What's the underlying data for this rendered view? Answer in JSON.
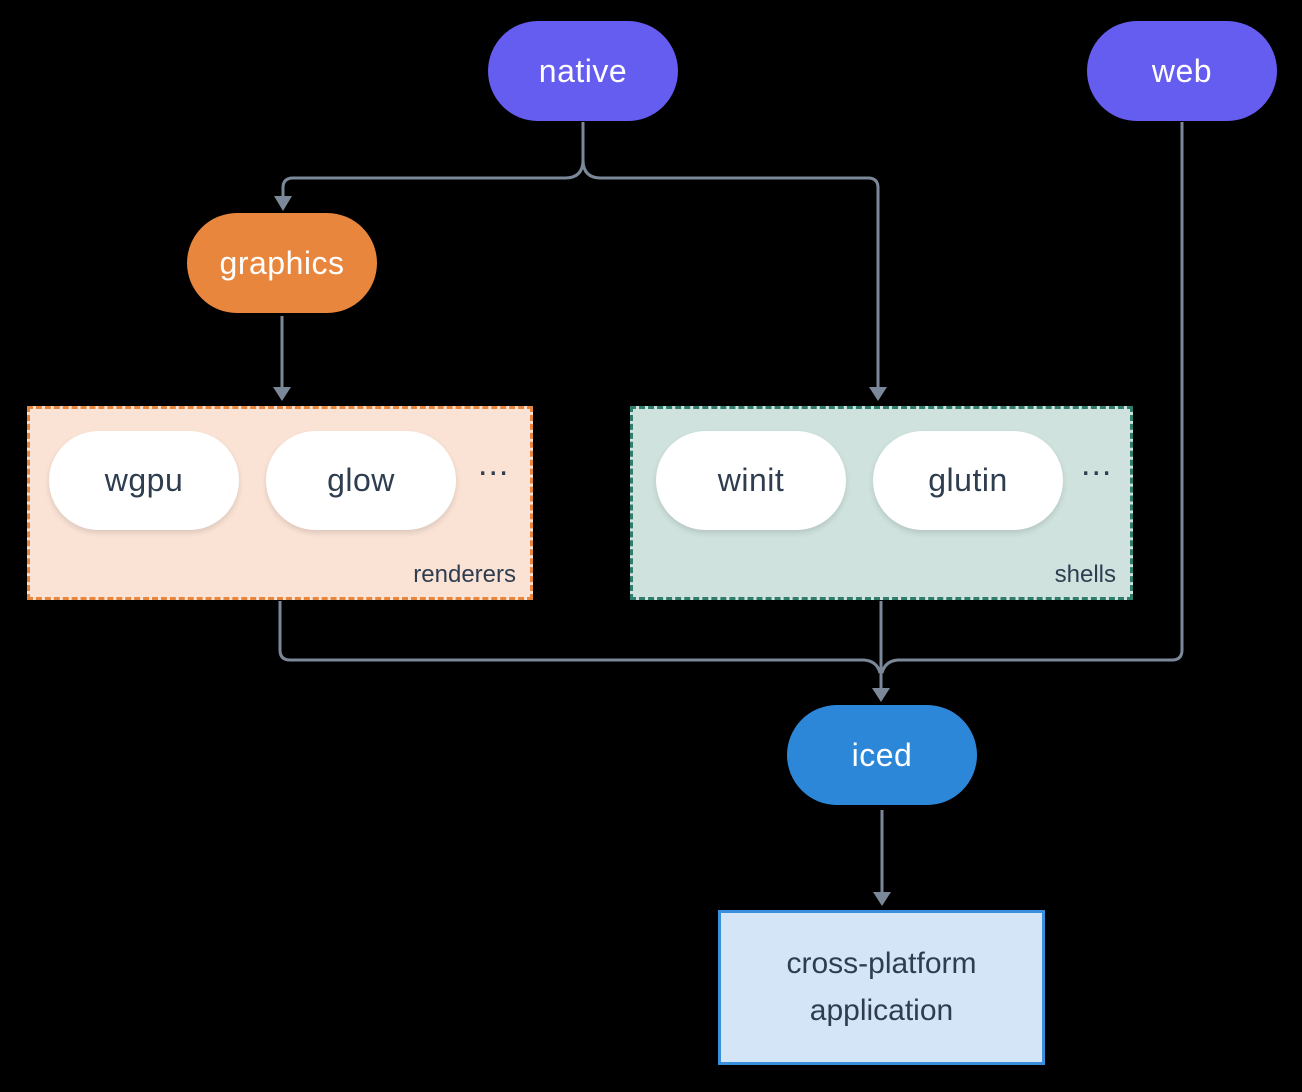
{
  "nodes": {
    "native": "native",
    "web": "web",
    "graphics": "graphics",
    "iced": "iced",
    "app": "cross-platform application"
  },
  "renderers_group": {
    "label": "renderers",
    "items": [
      "wgpu",
      "glow"
    ],
    "ellipsis": "..."
  },
  "shells_group": {
    "label": "shells",
    "items": [
      "winit",
      "glutin"
    ],
    "ellipsis": "..."
  },
  "colors": {
    "background": "#000000",
    "node_purple": "#655cf0",
    "node_orange": "#e7863c",
    "node_blue": "#2d87d8",
    "renderers_bg": "#fae3d5",
    "renderers_border": "#e7863c",
    "shells_bg": "#cfe2dd",
    "shells_border": "#2f7d6d",
    "app_bg": "#d4e5f7",
    "app_border": "#3b8ede",
    "connector": "#7a8899",
    "dark_text": "#2e3d50",
    "light_text": "#ffffff"
  }
}
